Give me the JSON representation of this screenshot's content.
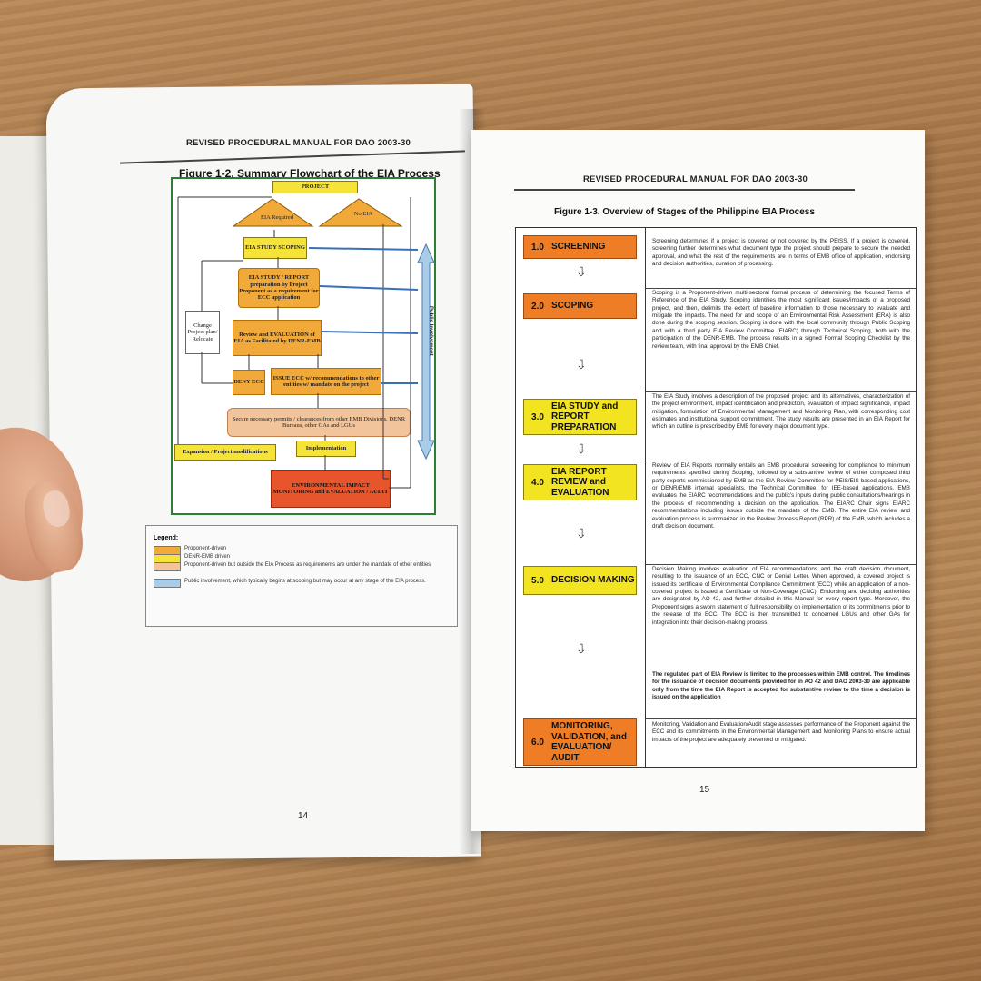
{
  "left_page": {
    "header": "REVISED PROCEDURAL MANUAL FOR DAO 2003-30",
    "figure_title": "Figure 1-2. Summary Flowchart of the EIA Process",
    "page_number": "14",
    "flowchart": {
      "project": "PROJECT",
      "eia_required": "EIA Required",
      "no_eia": "No EIA",
      "scoping": "EIA STUDY SCOPING",
      "study": "EIA STUDY / REPORT preparation by Project Proponent as a requirement for ECC application",
      "review": "Review and EVALUATION of EIA as Facilitated by DENR-EMB",
      "change": "Change Project plan/ Relocate",
      "deny": "DENY ECC",
      "issue": "ISSUE ECC w/ recommendations to other entities w/ mandate on the project",
      "permits": "Secure necessary permits / clearances from other EMB Divisions, DENR Bureaus, other GAs and LGUs",
      "implementation": "Implementation",
      "expansion": "Expansion / Project modifications",
      "monitoring": "ENVIRONMENTAL IMPACT MONITORING and EVALUATION / AUDIT",
      "public": "Public Involvement"
    },
    "legend": {
      "title": "Legend:",
      "items": [
        {
          "color": "#f1a93a",
          "text": "Proponent-driven"
        },
        {
          "color": "#f6e33a",
          "text": "DENR-EMB driven"
        },
        {
          "color": "#f2c49b",
          "text": "Proponent-driven but outside the EIA Process as requirements are under the mandate of other entities"
        },
        {
          "color": "#a9cde8",
          "text": "Public involvement, which typically begins at scoping but may occur at any stage of the EIA process."
        }
      ]
    }
  },
  "right_page": {
    "header": "REVISED PROCEDURAL MANUAL FOR DAO 2003-30",
    "figure_title": "Figure 1-3. Overview of Stages of the Philippine EIA Process",
    "page_number": "15",
    "stages": [
      {
        "num": "1.0",
        "label": "SCREENING",
        "text": "Screening determines if a project is covered or not covered by the PEISS. If a project is covered, screening further determines what document type the project should prepare to secure the needed approval, and what the rest of the requirements are in terms of EMB office of application, endorsing and decision authorities, duration of processing."
      },
      {
        "num": "2.0",
        "label": "SCOPING",
        "text": "Scoping is a Proponent-driven multi-sectoral formal process of determining the focused Terms of Reference of the EIA Study. Scoping identifies the most significant issues/impacts of a proposed project, and then, delimits the extent of baseline information to those necessary to evaluate and mitigate the impacts. The need for and scope of an Environmental Risk Assessment (ERA) is also done during the scoping session. Scoping is done with the local community through Public Scoping and with a third party EIA Review Committee (EIARC) through Technical Scoping, both with the participation of the DENR-EMB. The process results in a signed Formal Scoping Checklist by the review team, with final approval by the EMB Chief."
      },
      {
        "num": "3.0",
        "label": "EIA STUDY and REPORT PREPARATION",
        "text": "The EIA Study involves a description of the proposed project and its alternatives, characterization of the project environment, impact identification and prediction, evaluation of impact significance, impact mitigation, formulation of Environmental Management and Monitoring Plan, with corresponding cost estimates and institutional support commitment. The study results are presented in an EIA Report for which an outline is prescribed by EMB for every major document type."
      },
      {
        "num": "4.0",
        "label": "EIA REPORT REVIEW and EVALUATION",
        "text": "Review of EIA Reports normally entails an EMB procedural screening for compliance to minimum requirements specified during Scoping, followed by a substantive review of either composed third party experts commissioned by EMB as the EIA Review Committee for PEIS/EIS-based applications, or DENR/EMB internal specialists, the Technical Committee, for IEE-based applications. EMB evaluates the EIARC recommendations and the public's inputs during public consultations/hearings in the process of recommending a decision on the application. The EIARC Chair signs EIARC recommendations including issues outside the mandate of the EMB. The entire EIA review and evaluation process is summarized in the Review Process Report (RPR) of the EMB, which includes a draft decision document."
      },
      {
        "num": "5.0",
        "label": "DECISION MAKING",
        "text": "Decision Making involves evaluation of EIA recommendations and the draft decision document, resulting to the issuance of an ECC, CNC or Denial Letter. When approved, a covered project is issued its certificate of Environmental Compliance Commitment (ECC) while an application of a non-covered project is issued a Certificate of Non-Coverage (CNC). Endorsing and deciding authorities are designated by AO 42, and further detailed in this Manual for every report type. Moreover, the Proponent signs a sworn statement of full responsibility on implementation of its commitments prior to the release of the ECC. The ECC is then transmitted to concerned LGUs and other GAs for integration into their decision-making process.",
        "bold_text": "The regulated part of EIA Review is limited to the processes within EMB control. The timelines for the issuance of decision documents provided for in AO 42 and DAO 2003-30 are applicable only from the time the EIA Report is accepted for substantive review to the time a decision is issued on the application"
      },
      {
        "num": "6.0",
        "label": "MONITORING, VALIDATION, and EVALUATION/ AUDIT",
        "text": "Monitoring, Validation and Evaluation/Audit stage assesses performance of the Proponent against the ECC and its commitments in the Environmental Management and Monitoring Plans to ensure actual impacts of the project are adequately prevented or mitigated."
      }
    ]
  }
}
